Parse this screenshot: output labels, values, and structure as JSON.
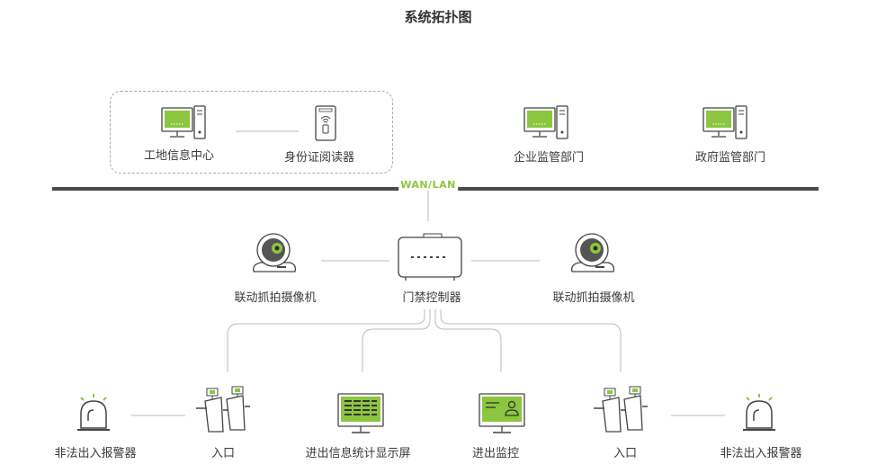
{
  "title": "系统拓扑图",
  "network_label": "WAN/LAN",
  "nodes": {
    "site_center": "工地信息中心",
    "id_reader": "身份证阅读器",
    "enterprise": "企业监管部门",
    "government": "政府监管部门",
    "camera_left": "联动抓拍摄像机",
    "controller": "门禁控制器",
    "camera_right": "联动抓拍摄像机",
    "alarm_left": "非法出入报警器",
    "gate_left": "入口",
    "info_display": "进出信息统计显示屏",
    "monitor": "进出监控",
    "gate_right": "入口",
    "alarm_right": "非法出入报警器"
  },
  "colors": {
    "accent": "#8cc63f",
    "line": "#bbbbbb",
    "bus": "#4a4a4a",
    "icon_stroke": "#444444"
  }
}
